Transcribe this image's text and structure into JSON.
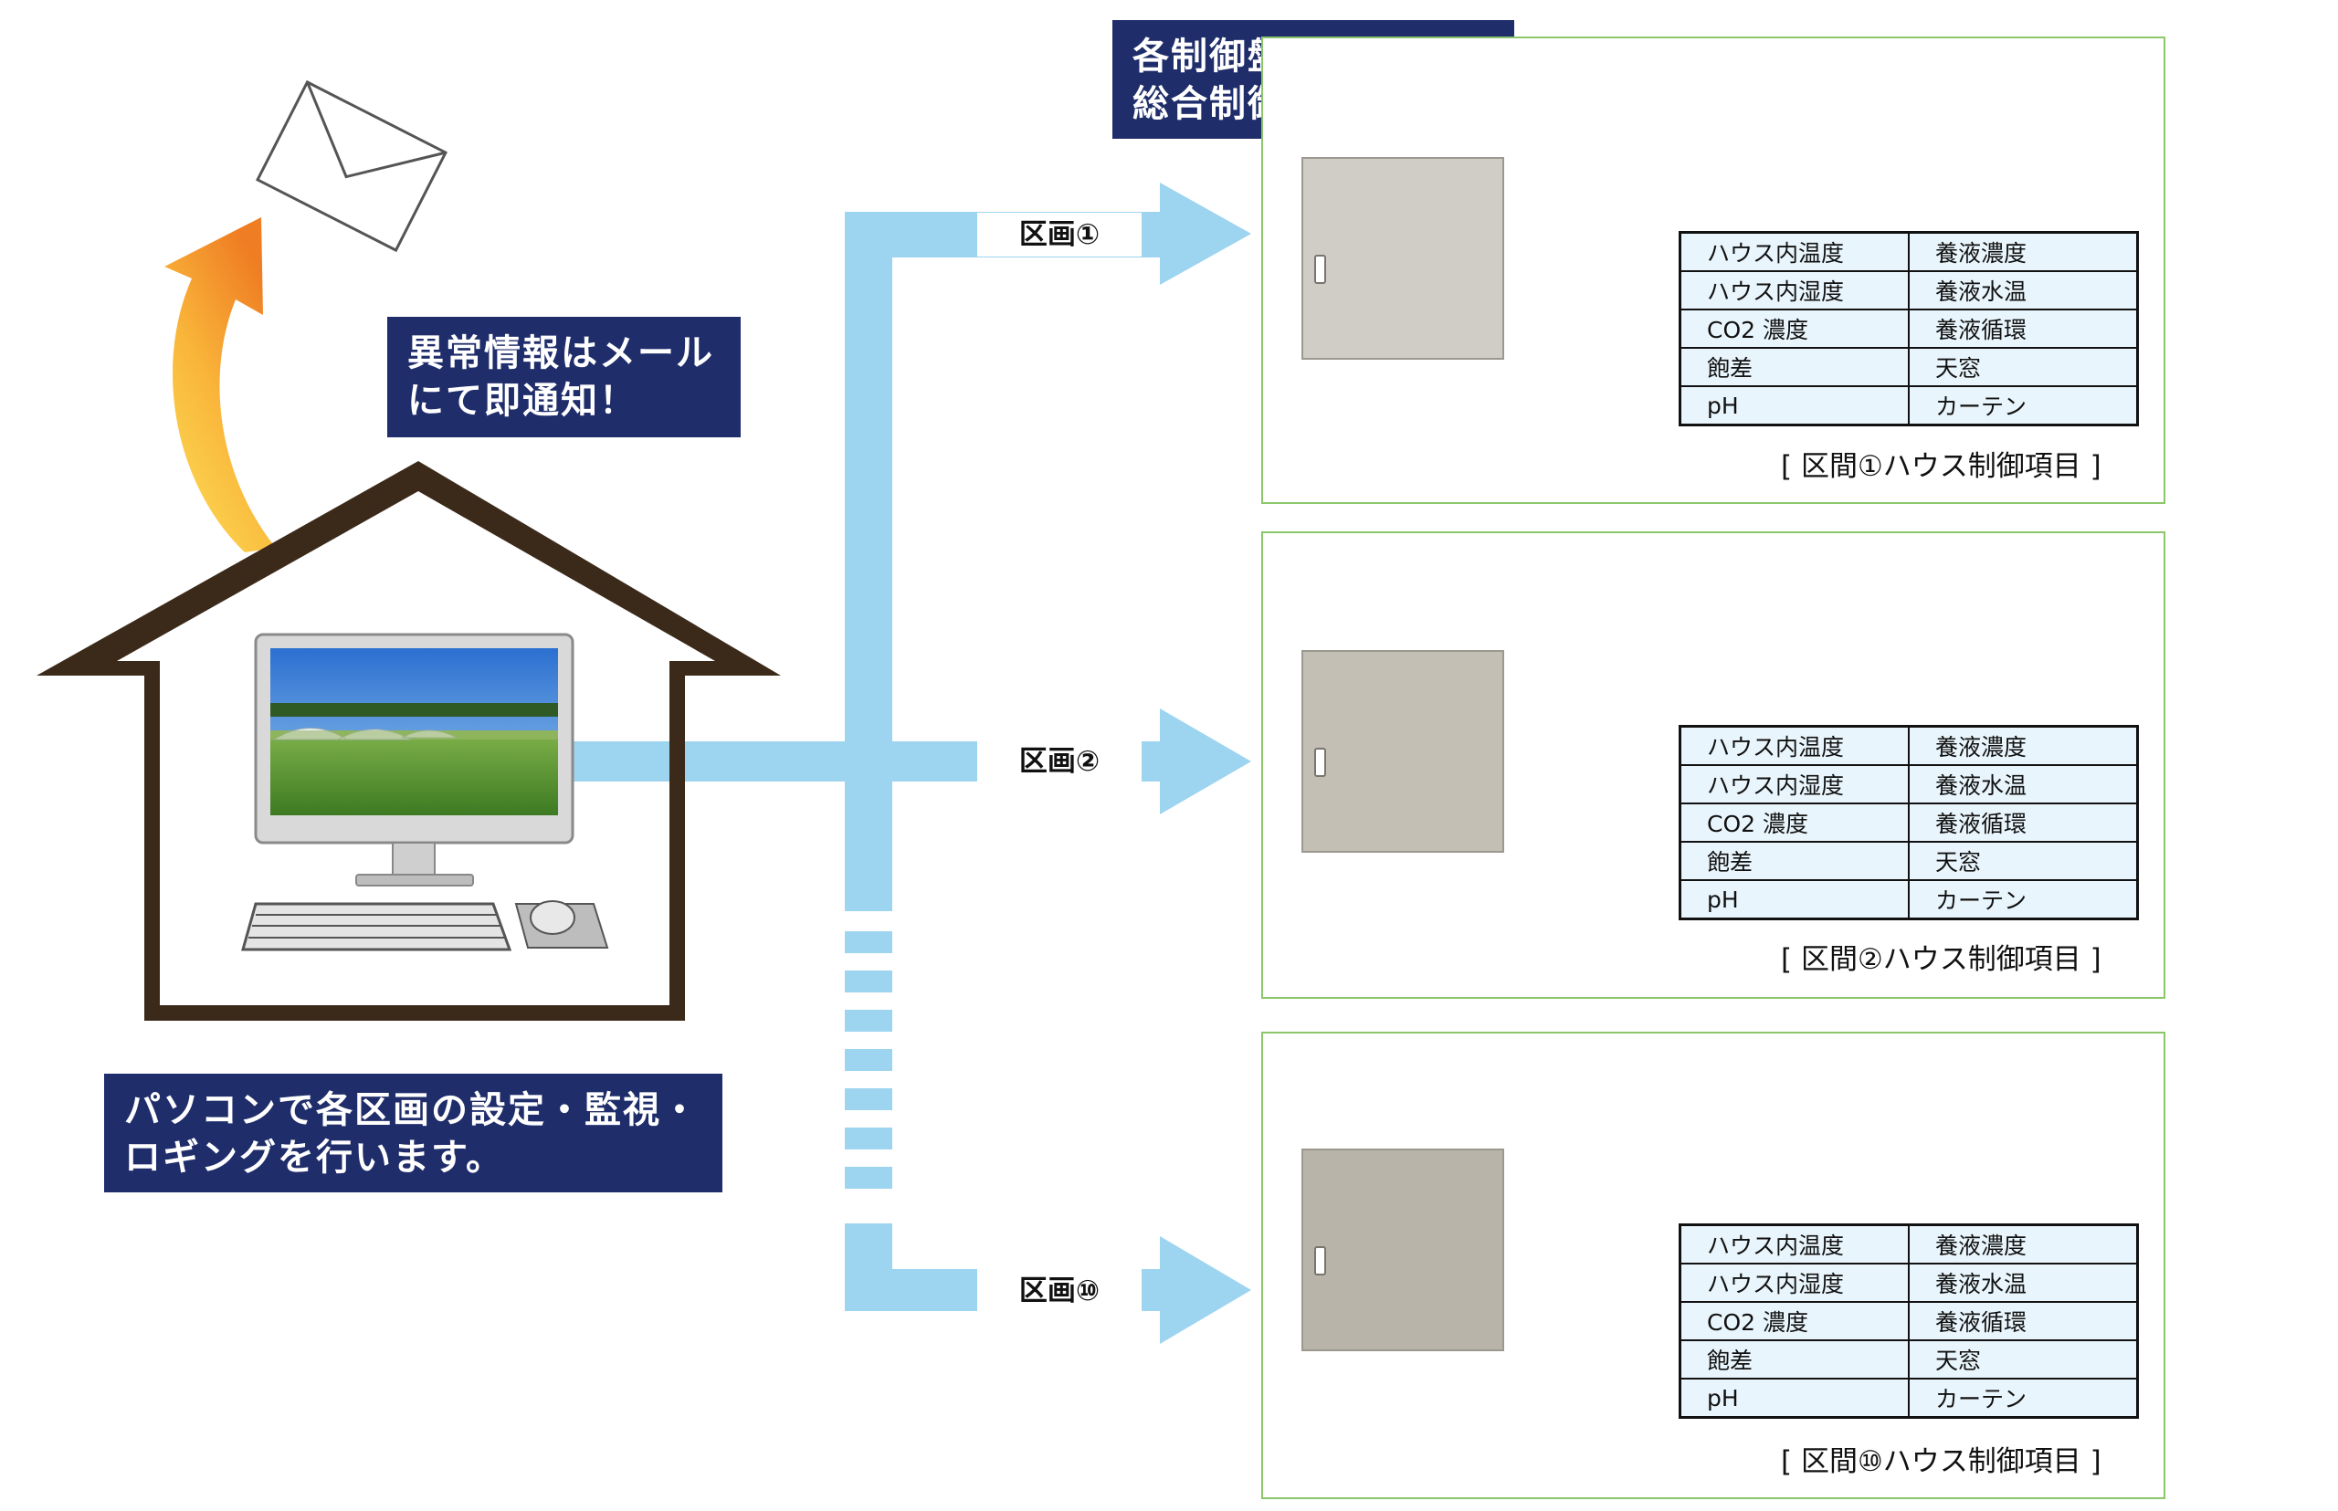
{
  "callouts": {
    "panel_control": [
      "各制御盤はハウスの",
      "総合制御を行います。"
    ],
    "alert_mail": [
      "異常情報はメール",
      "にて即通知！"
    ],
    "pc_monitor": [
      "パソコンで各区画の設定・監視・",
      "ロギングを行います。"
    ]
  },
  "zones": [
    {
      "tag": "区画①",
      "caption": "[ 区間①ハウス制御項目 ]",
      "rows": [
        [
          "ハウス内温度",
          "養液濃度"
        ],
        [
          "ハウス内湿度",
          "養液水温"
        ],
        [
          "CO2 濃度",
          "養液循環"
        ],
        [
          "飽差",
          "天窓"
        ],
        [
          "pH",
          "カーテン"
        ]
      ]
    },
    {
      "tag": "区画②",
      "caption": "[ 区間②ハウス制御項目 ]",
      "rows": [
        [
          "ハウス内温度",
          "養液濃度"
        ],
        [
          "ハウス内湿度",
          "養液水温"
        ],
        [
          "CO2 濃度",
          "養液循環"
        ],
        [
          "飽差",
          "天窓"
        ],
        [
          "pH",
          "カーテン"
        ]
      ]
    },
    {
      "tag": "区画⑩",
      "caption": "[ 区間⑩ハウス制御項目 ]",
      "rows": [
        [
          "ハウス内温度",
          "養液濃度"
        ],
        [
          "ハウス内湿度",
          "養液水温"
        ],
        [
          "CO2 濃度",
          "養液循環"
        ],
        [
          "飽差",
          "天窓"
        ],
        [
          "pH",
          "カーテン"
        ]
      ]
    }
  ],
  "icons": [
    "envelope-icon",
    "curved-arrow-icon",
    "house-outline",
    "computer-monitor",
    "keyboard",
    "mouse",
    "greenhouse-icon",
    "control-cabinet",
    "arrow-right-icon"
  ],
  "colors": {
    "callout_bg": "#1f2d6b",
    "connector": "#9dd4f0",
    "panel_border": "#8cc66b",
    "table_bg": "#e9f5fc",
    "dark_arrow": "#1d3a8f",
    "house_outline": "#3b2a1a"
  }
}
